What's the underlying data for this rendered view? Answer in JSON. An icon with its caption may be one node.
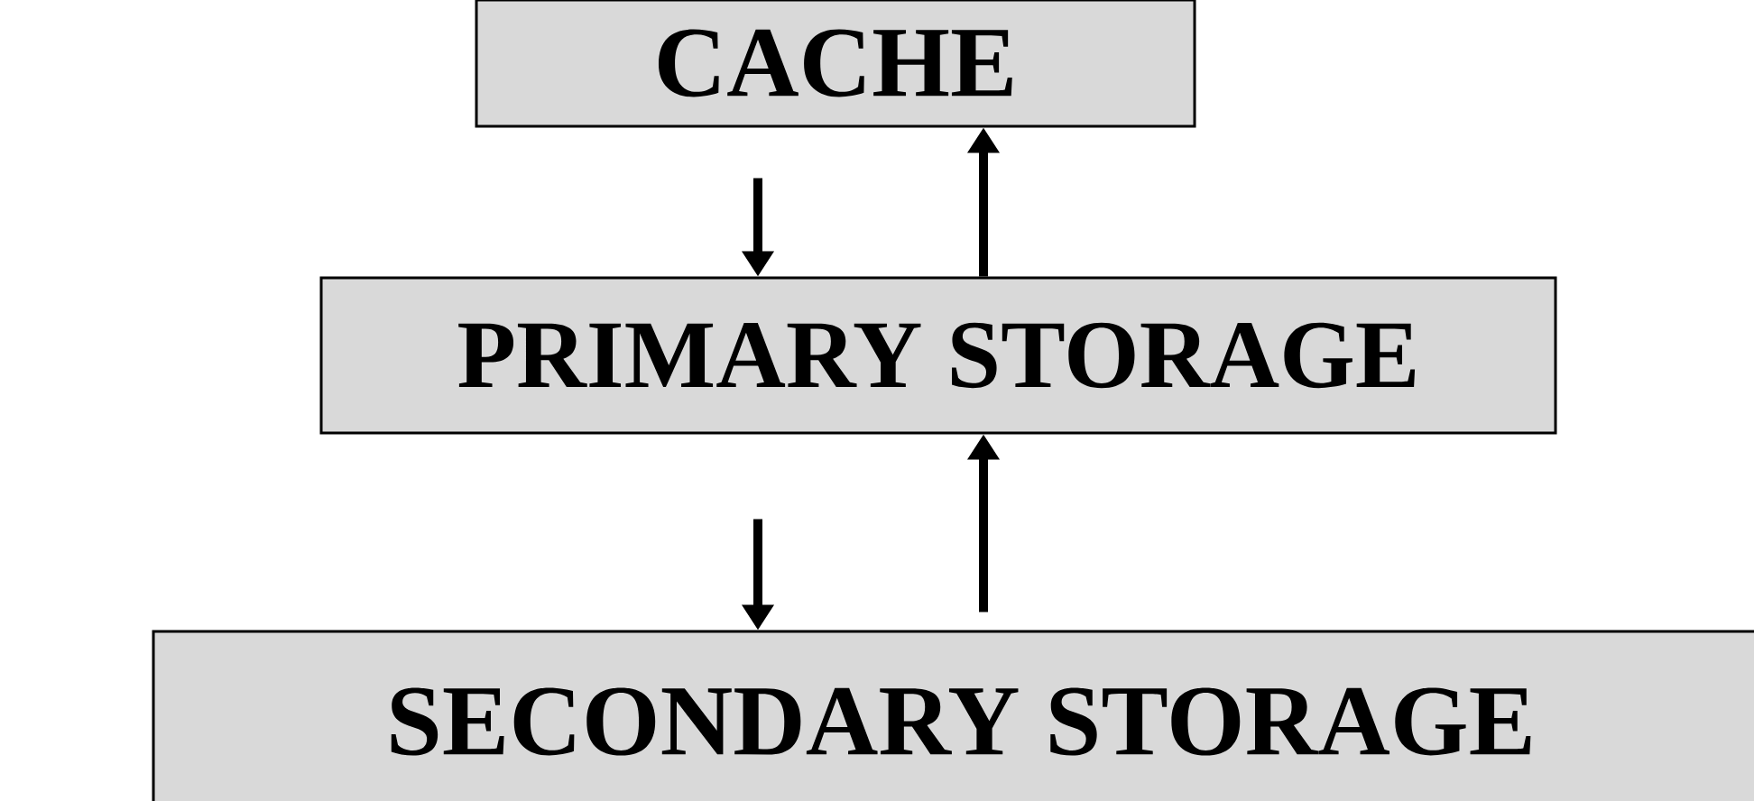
{
  "diagram": {
    "nodes": [
      {
        "text": [
          "CACHE"
        ]
      },
      {
        "text": [
          "PRIMARY STORAGE"
        ]
      },
      {
        "text": [
          "SECONDARY STORAGE"
        ]
      }
    ],
    "edges": [
      {
        "from": 0,
        "to": 1,
        "arrow": "to"
      },
      {
        "from": 1,
        "to": 0,
        "arrow": "to"
      },
      {
        "from": 1,
        "to": 2,
        "arrow": "to"
      },
      {
        "from": 2,
        "to": 1,
        "arrow": "to"
      }
    ]
  }
}
